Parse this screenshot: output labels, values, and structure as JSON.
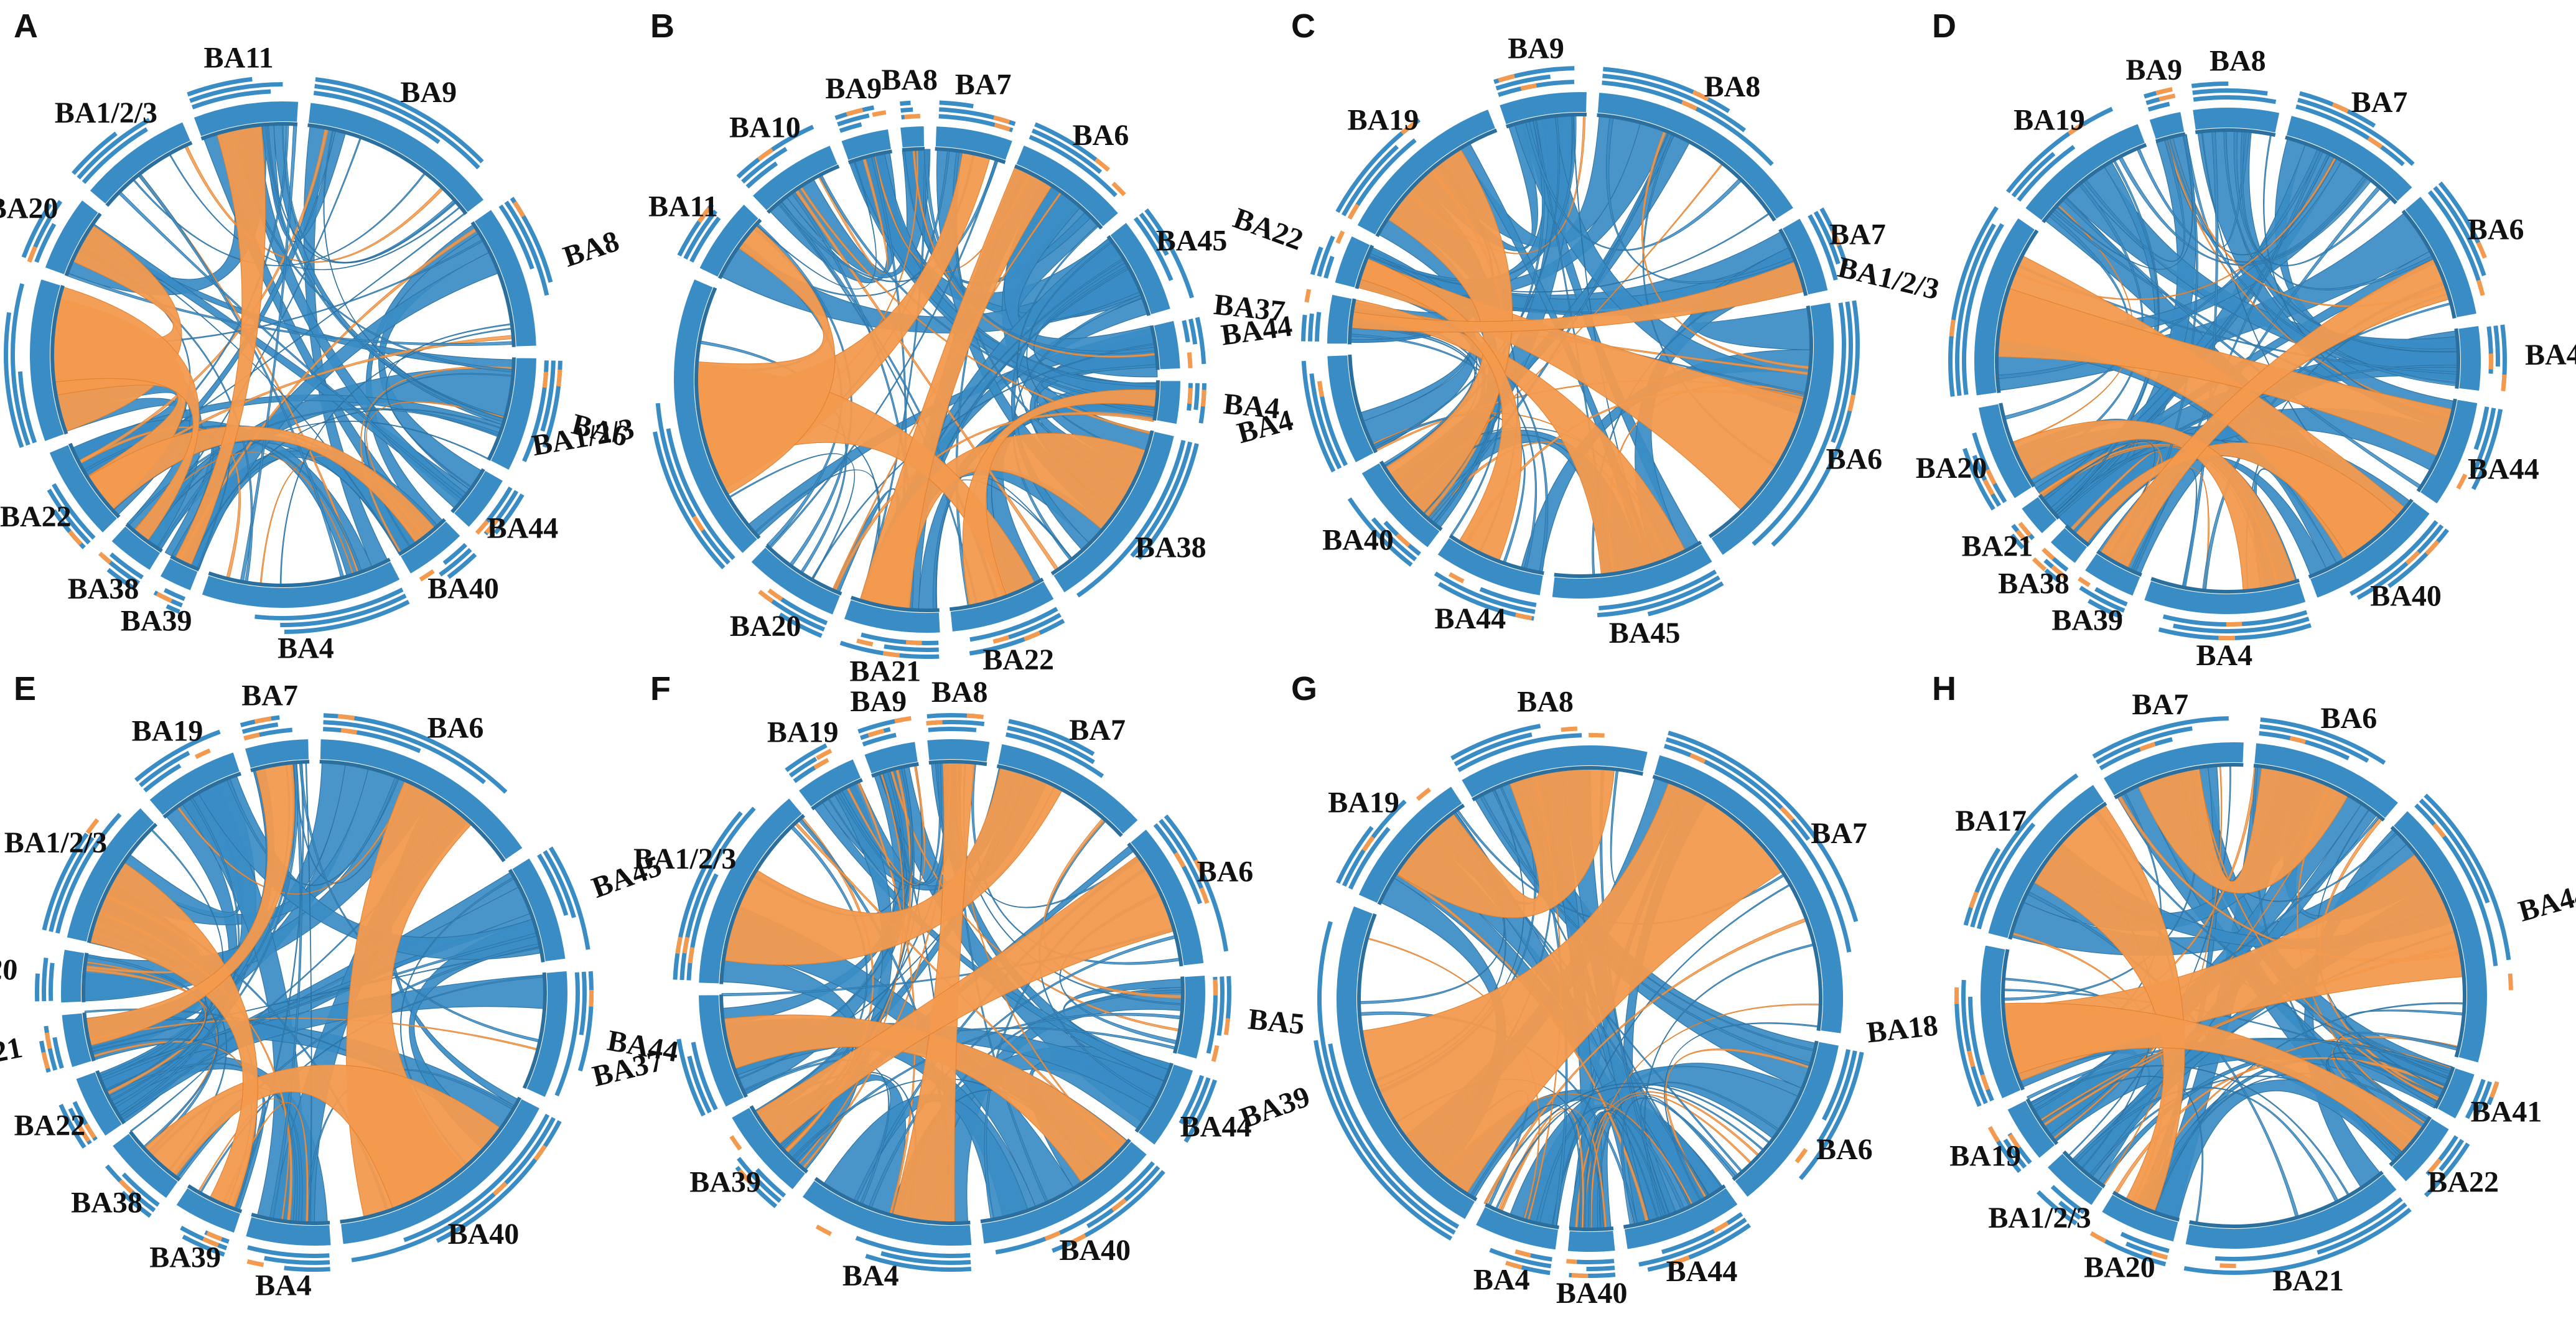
{
  "figure": {
    "colors": {
      "blue": "#3a8cc4",
      "orange": "#f39a4e",
      "blue_dark": "#2b6f9f",
      "orange_dark": "#e07e2b",
      "track_bg": "#ffffff"
    },
    "panels": [
      {
        "letter": "A",
        "regions": [
          "BA11",
          "BA9",
          "BA8",
          "BA6",
          "BA44",
          "BA40",
          "BA4",
          "BA39",
          "BA38",
          "BA22",
          "BA21",
          "BA20",
          "BA1/2/3"
        ],
        "weights": [
          2.2,
          4.2,
          3.0,
          2.4,
          1.2,
          1.3,
          4.2,
          0.7,
          1.0,
          2.0,
          3.4,
          1.6,
          2.4
        ],
        "orange": [
          [
            10,
            11
          ],
          [
            9,
            10
          ],
          [
            5,
            9
          ],
          [
            0,
            7
          ],
          [
            8,
            10
          ]
        ]
      },
      {
        "letter": "B",
        "regions": [
          "BA9",
          "BA8",
          "BA7",
          "BA6",
          "BA45",
          "BA44",
          "BA4",
          "BA38",
          "BA22",
          "BA21",
          "BA20",
          "BA1/2/3",
          "BA11",
          "BA10"
        ],
        "weights": [
          1.0,
          0.5,
          1.6,
          2.4,
          2.0,
          1.0,
          0.9,
          4.0,
          2.2,
          2.0,
          2.0,
          6.0,
          1.6,
          1.9
        ],
        "orange": [
          [
            2,
            11
          ],
          [
            7,
            9
          ],
          [
            8,
            11
          ],
          [
            11,
            12
          ],
          [
            6,
            8
          ],
          [
            3,
            9
          ]
        ]
      },
      {
        "letter": "C",
        "regions": [
          "BA9",
          "BA8",
          "BA7",
          "BA6",
          "BA45",
          "BA44",
          "BA40",
          "BA4",
          "BA37",
          "BA22",
          "BA19"
        ],
        "weights": [
          1.6,
          4.2,
          1.4,
          5.2,
          3.0,
          2.0,
          1.8,
          2.0,
          0.9,
          0.9,
          3.2
        ],
        "orange": [
          [
            8,
            4
          ],
          [
            9,
            3
          ],
          [
            10,
            6
          ],
          [
            9,
            5
          ],
          [
            8,
            2
          ]
        ]
      },
      {
        "letter": "D",
        "regions": [
          "BA9",
          "BA8",
          "BA7",
          "BA6",
          "BA45",
          "BA44",
          "BA40",
          "BA4",
          "BA39",
          "BA38",
          "BA21",
          "BA20",
          "BA1/2/3",
          "BA19"
        ],
        "weights": [
          0.6,
          1.6,
          2.6,
          2.4,
          1.2,
          2.0,
          2.6,
          3.0,
          1.0,
          0.6,
          0.6,
          1.8,
          3.4,
          2.6
        ],
        "orange": [
          [
            6,
            12
          ],
          [
            6,
            9
          ],
          [
            7,
            11
          ],
          [
            12,
            5
          ],
          [
            8,
            3
          ]
        ]
      },
      {
        "letter": "E",
        "regions": [
          "BA7",
          "BA6",
          "BA45",
          "BA44",
          "BA40",
          "BA4",
          "BA39",
          "BA38",
          "BA22",
          "BA21",
          "BA20",
          "BA1/2/3",
          "BA19"
        ],
        "weights": [
          1.2,
          4.4,
          2.0,
          2.4,
          4.6,
          1.6,
          1.2,
          1.4,
          1.2,
          1.0,
          1.0,
          2.8,
          1.8
        ],
        "orange": [
          [
            1,
            4
          ],
          [
            4,
            7
          ],
          [
            11,
            6
          ],
          [
            0,
            9
          ]
        ]
      },
      {
        "letter": "F",
        "regions": [
          "BA9",
          "BA8",
          "BA7",
          "BA6",
          "BA5",
          "BA44",
          "BA40",
          "BA4",
          "BA39",
          "BA37",
          "BA1/2/3",
          "BA19"
        ],
        "weights": [
          1.0,
          1.2,
          3.0,
          2.8,
          1.6,
          1.6,
          3.6,
          3.4,
          1.8,
          2.2,
          4.0,
          1.2
        ],
        "orange": [
          [
            2,
            10
          ],
          [
            6,
            9
          ],
          [
            1,
            7
          ],
          [
            3,
            8
          ]
        ]
      },
      {
        "letter": "G",
        "regions": [
          "BA8",
          "BA7",
          "BA6",
          "BA44",
          "BA40",
          "BA4",
          "BA39",
          "BA19"
        ],
        "weights": [
          3.2,
          6.0,
          3.0,
          2.0,
          0.8,
          1.4,
          6.0,
          2.4
        ],
        "orange": [
          [
            1,
            6
          ],
          [
            0,
            7
          ]
        ]
      },
      {
        "letter": "H",
        "regions": [
          "BA7",
          "BA6",
          "BA44",
          "BA41",
          "BA22",
          "BA21",
          "BA20",
          "BA1/2/3",
          "BA19",
          "BA18",
          "BA17"
        ],
        "weights": [
          3.0,
          3.2,
          5.6,
          1.0,
          1.4,
          4.6,
          1.6,
          1.2,
          1.2,
          3.2,
          3.8
        ],
        "orange": [
          [
            0,
            1
          ],
          [
            2,
            9
          ],
          [
            10,
            6
          ],
          [
            9,
            4
          ]
        ]
      }
    ]
  }
}
